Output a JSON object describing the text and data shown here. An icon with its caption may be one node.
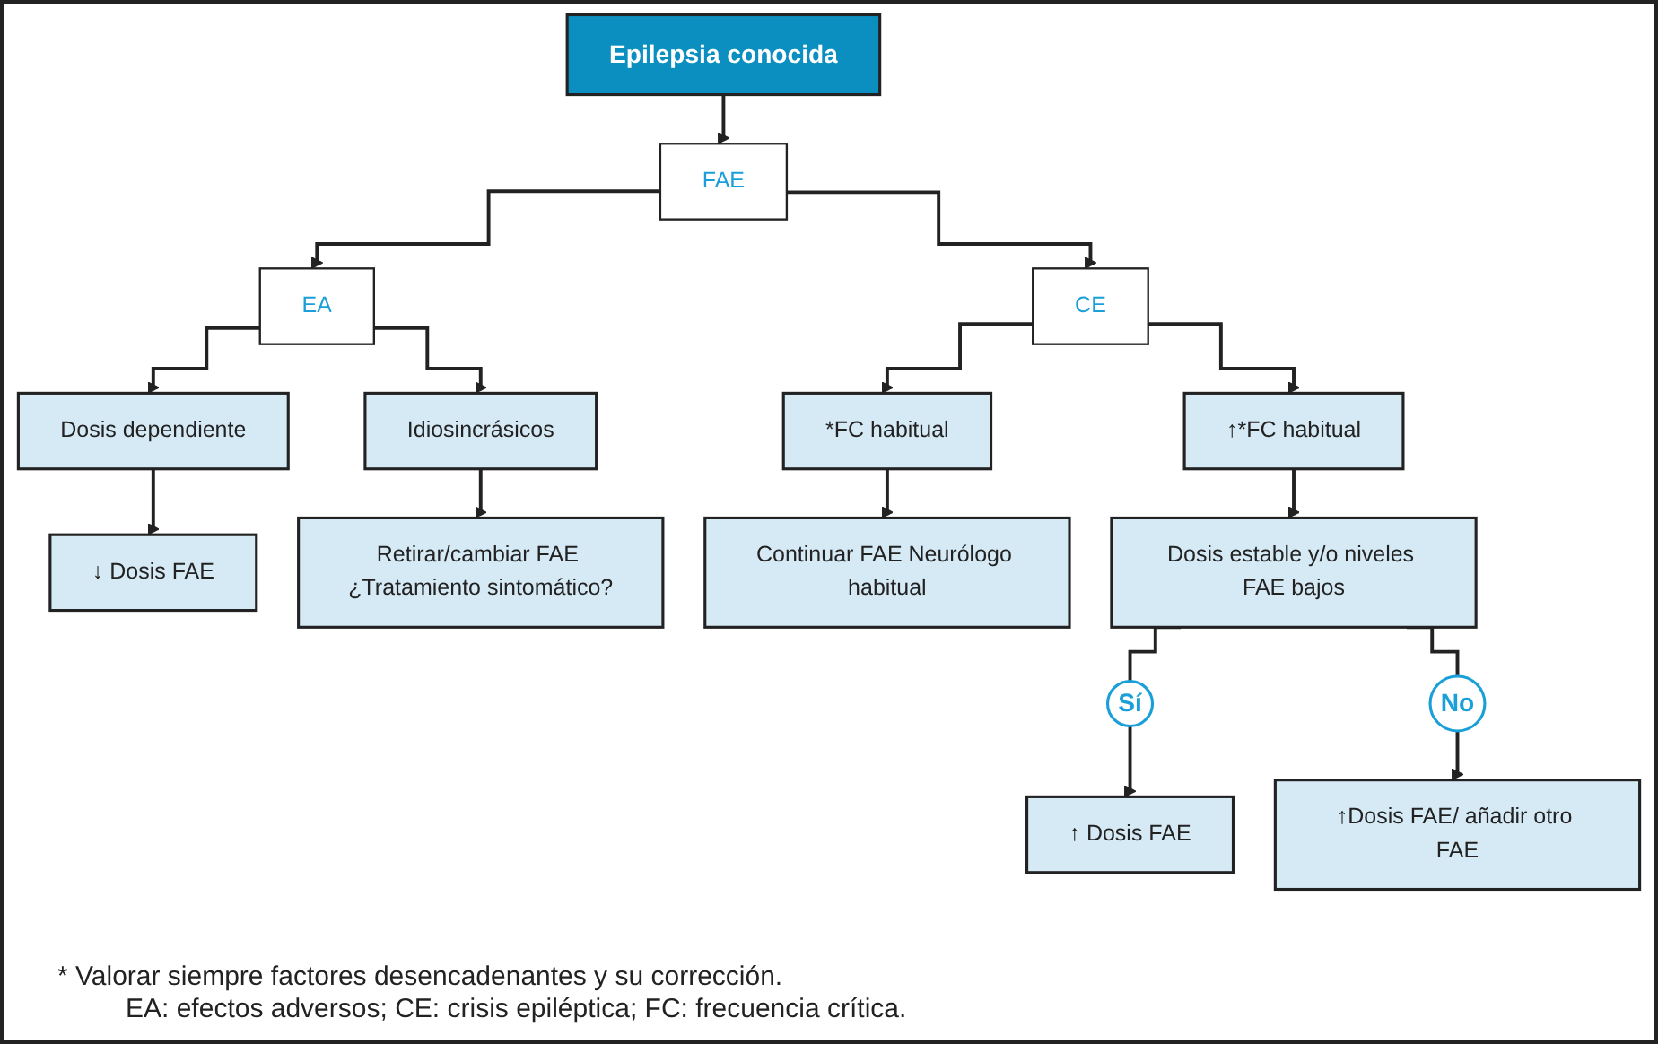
{
  "diagram": {
    "nodes": [
      {
        "text": [
          "Epilepsia conocida"
        ]
      },
      {
        "text": [
          "FAE"
        ]
      },
      {
        "text": [
          "EA"
        ]
      },
      {
        "text": [
          "CE"
        ]
      },
      {
        "text": [
          "Dosis dependiente"
        ]
      },
      {
        "text": [
          "Idiosincrásicos"
        ]
      },
      {
        "text": [
          "*FC habitual"
        ]
      },
      {
        "text": [
          "↑*FC habitual"
        ]
      },
      {
        "text": [
          "↓ Dosis FAE"
        ]
      },
      {
        "text": [
          "Retirar/cambiar FAE ¿Tratamiento sintomático?"
        ]
      },
      {
        "text": [
          "Continuar FAE Neurólogo habitual"
        ]
      },
      {
        "text": [
          "Dosis estable y/o niveles FAE bajos"
        ]
      },
      {
        "text": [
          "Sí"
        ]
      },
      {
        "text": [
          "No"
        ]
      },
      {
        "text": [
          "↑ Dosis FAE"
        ]
      },
      {
        "text": [
          "↑Dosis FAE/ añadir otro FAE"
        ]
      }
    ],
    "edges": [
      {
        "from": 0,
        "to": 1,
        "arrow": "to"
      },
      {
        "from": 1,
        "to": 2,
        "arrow": "to"
      },
      {
        "from": 1,
        "to": 3,
        "arrow": "to"
      },
      {
        "from": 2,
        "to": 4,
        "arrow": "to"
      },
      {
        "from": 2,
        "to": 5,
        "arrow": "to"
      },
      {
        "from": 3,
        "to": 6,
        "arrow": "to"
      },
      {
        "from": 3,
        "to": 7,
        "arrow": "to"
      },
      {
        "from": 4,
        "to": 8,
        "arrow": "to"
      },
      {
        "from": 5,
        "to": 9,
        "arrow": "to"
      },
      {
        "from": 6,
        "to": 10,
        "arrow": "to"
      },
      {
        "from": 7,
        "to": 11,
        "arrow": "to"
      },
      {
        "from": 11,
        "to": 12,
        "arrow": "none"
      },
      {
        "from": 11,
        "to": 13,
        "arrow": "none"
      },
      {
        "from": 12,
        "to": 14,
        "arrow": "to"
      },
      {
        "from": 13,
        "to": 15,
        "arrow": "to"
      }
    ],
    "labels": [
      "* Valorar siempre factores desencadenantes y su corrección.",
      "EA: efectos adversos; CE: crisis epiléptica; FC: frecuencia crítica."
    ]
  }
}
